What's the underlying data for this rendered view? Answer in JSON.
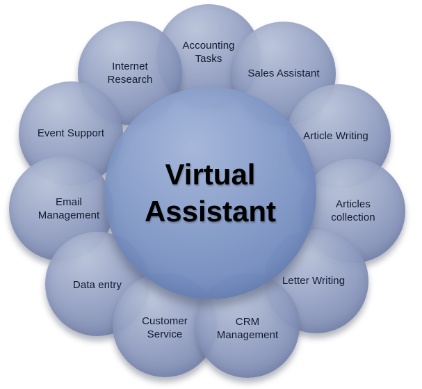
{
  "diagram": {
    "title": "Virtual Assistant",
    "satellites": [
      {
        "id": "accounting-tasks",
        "label": "Accounting Tasks"
      },
      {
        "id": "internet-research",
        "label": "Internet Research"
      },
      {
        "id": "sales-assistant",
        "label": "Sales Assistant"
      },
      {
        "id": "event-support",
        "label": "Event Support"
      },
      {
        "id": "article-writing",
        "label": "Article Writing"
      },
      {
        "id": "email-management",
        "label": "Email Management"
      },
      {
        "id": "articles-collection",
        "label": "Articles collection"
      },
      {
        "id": "data-entry",
        "label": "Data entry"
      },
      {
        "id": "letter-writing",
        "label": "Letter Writing"
      },
      {
        "id": "customer-service",
        "label": "Customer Service"
      },
      {
        "id": "crm-management",
        "label": "CRM Management"
      }
    ],
    "colors": {
      "satellite_fill": "#94a0c3",
      "center_fill": "#8097c6",
      "label_text": "#101a30",
      "title_text": "#000000"
    }
  }
}
